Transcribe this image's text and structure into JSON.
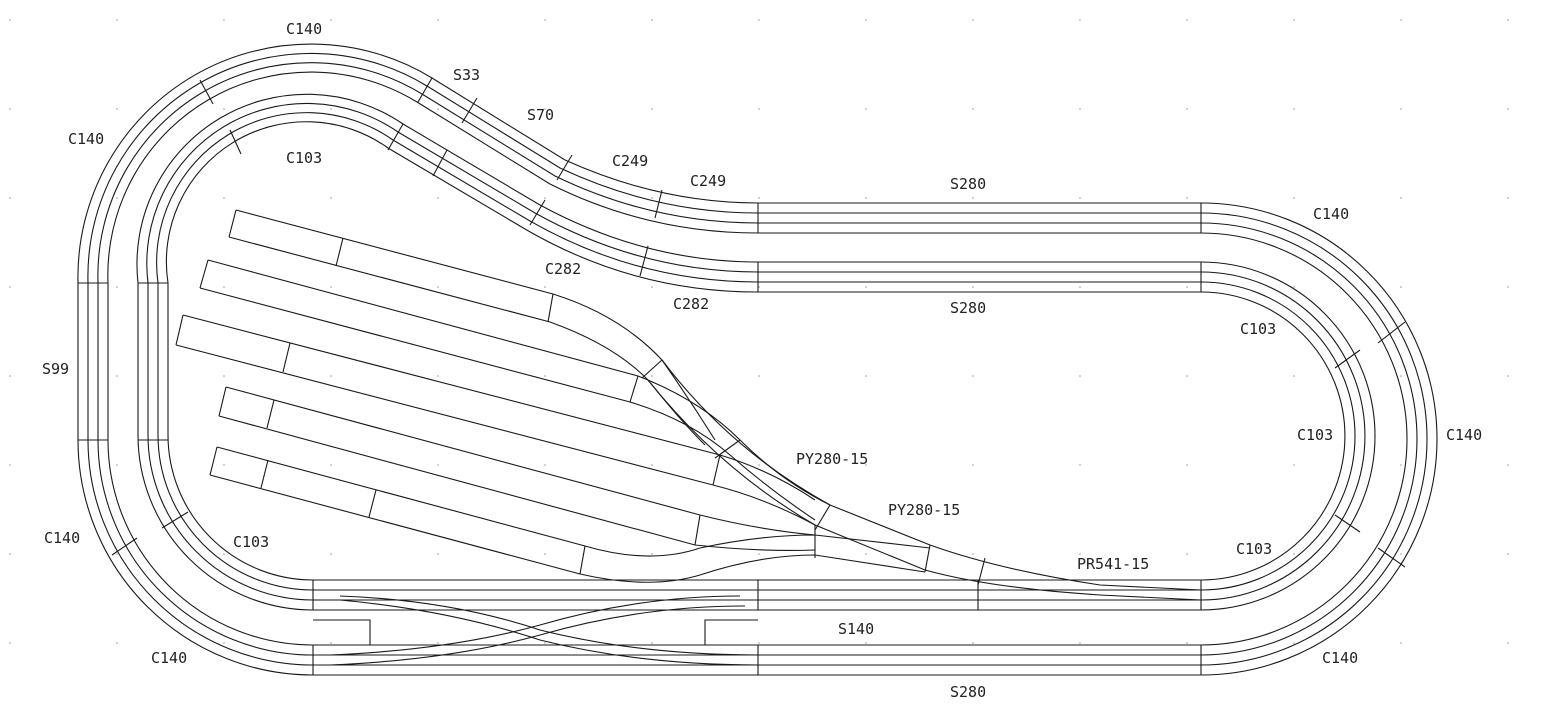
{
  "labels": [
    "C140",
    "S33",
    "S70",
    "C140",
    "C103",
    "C249",
    "C249",
    "S280",
    "C140",
    "C282",
    "C282",
    "S280",
    "C103",
    "S99",
    "C103",
    "C140",
    "PY280-15",
    "PY280-15",
    "C140",
    "C103",
    "C103",
    "PR541-15",
    "S140",
    "C140",
    "C140",
    "S280"
  ],
  "colors": {
    "track": "#1a1a1a",
    "text": "#222222",
    "grid": "#9a9a9a"
  }
}
